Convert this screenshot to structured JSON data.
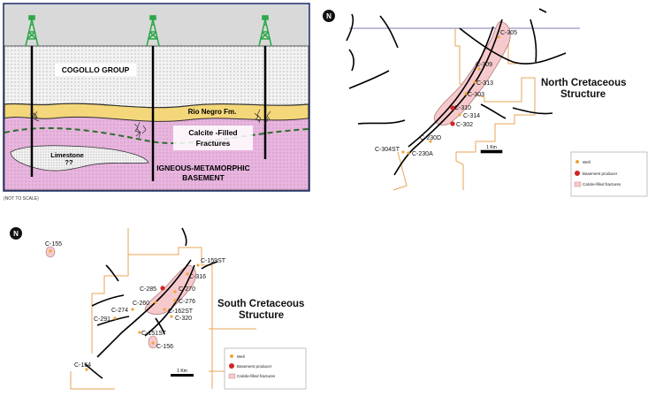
{
  "cross_section": {
    "units": {
      "cogollo": "COGOLLO GROUP",
      "rio_negro": "Rio Negro Fm.",
      "calcite_line1": "Calcite -Filled",
      "calcite_line2": "Fractures",
      "limestone": "Limestone",
      "limestone_q": "??",
      "basement_line1": "IGNEOUS-METAMORPHIC",
      "basement_line2": "BASEMENT"
    },
    "scale_note": "(NOT TO SCALE)",
    "colors": {
      "sky": "#d8d8d8",
      "cogollo": "#f2f2f2",
      "rio_negro": "#f4d77a",
      "basement": "#e6b6de",
      "limestone": "#f3f3f3",
      "rig": "#2ea84a",
      "outline": "#1a2a6c"
    }
  },
  "north_map": {
    "north_arrow": "N",
    "title_line1": "North Cretaceous",
    "title_line2": "Structure",
    "wells": [
      {
        "label": "C-305"
      },
      {
        "label": "C-309"
      },
      {
        "label": "C-313"
      },
      {
        "label": "C-303"
      },
      {
        "label": "C-310"
      },
      {
        "label": "C-314"
      },
      {
        "label": "C-302"
      },
      {
        "label": "C-230D"
      },
      {
        "label": "C-304ST"
      },
      {
        "label": "C-230A"
      }
    ],
    "scale_label": "1 Km",
    "legend": {
      "well": "Well",
      "producer": "Basement producer",
      "fractures": "Calcite-filled fractures"
    }
  },
  "south_map": {
    "north_arrow": "N",
    "title_line1": "South Cretaceous",
    "title_line2": "Structure",
    "wells": [
      {
        "label": "C-155"
      },
      {
        "label": "C-159ST"
      },
      {
        "label": "C-316"
      },
      {
        "label": "C-285"
      },
      {
        "label": "C-270"
      },
      {
        "label": "C-276"
      },
      {
        "label": "C-260"
      },
      {
        "label": "C-162ST"
      },
      {
        "label": "C-274"
      },
      {
        "label": "C-320"
      },
      {
        "label": "C-291"
      },
      {
        "label": "C-151ST"
      },
      {
        "label": "C-156"
      },
      {
        "label": "C-154"
      }
    ],
    "scale_label": "1 Km",
    "legend": {
      "well": "Well",
      "producer": "Basement producer",
      "fractures": "Calcite-filled fractures"
    }
  },
  "colors": {
    "well_dot": "#f0a43a",
    "producer_dot": "#d42424",
    "fracture_fill": "#f6c9cc",
    "block_line": "#e7a657",
    "fault": "#000000",
    "frame": "#7a7ab4"
  }
}
